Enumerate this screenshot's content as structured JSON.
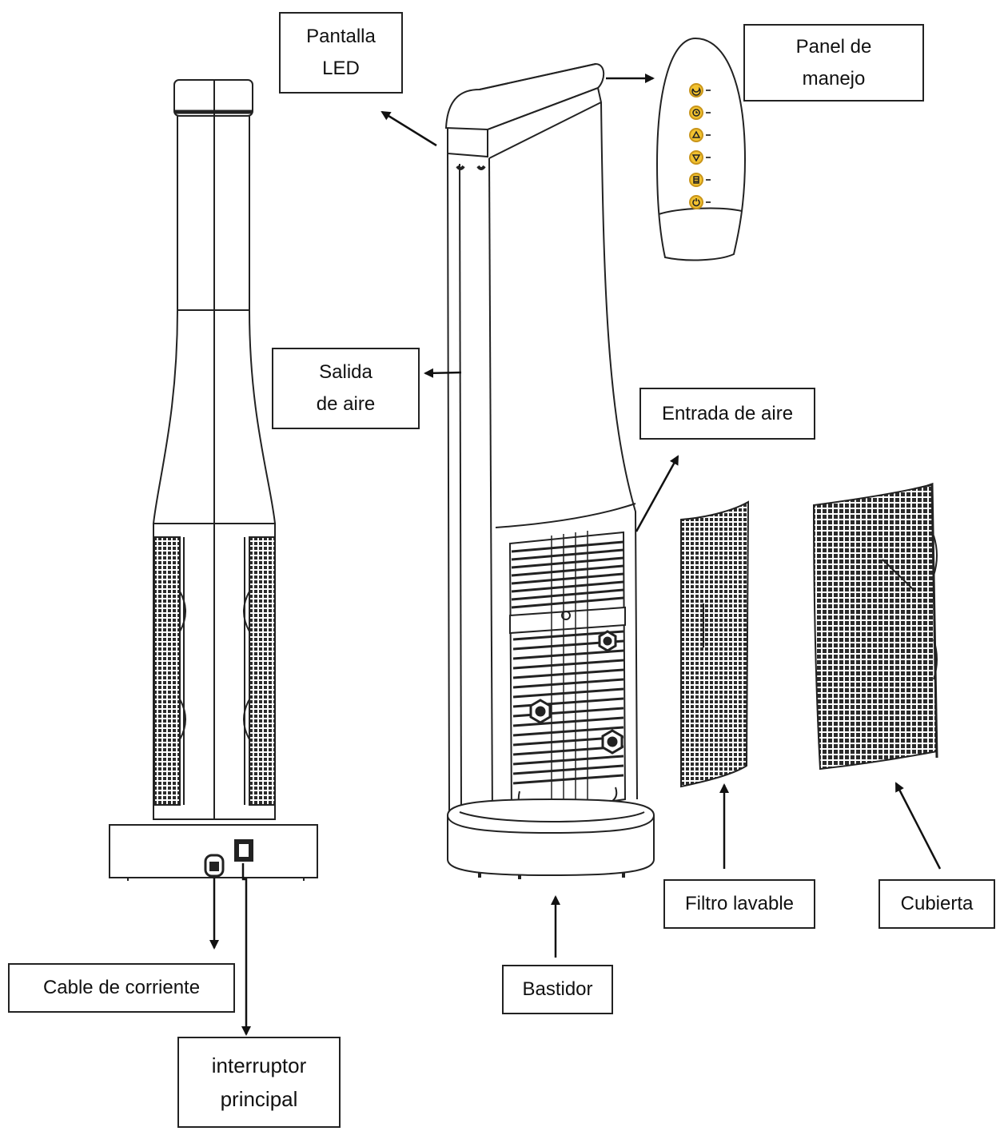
{
  "labels": {
    "pantalla_led": [
      "Pantalla",
      "LED"
    ],
    "panel_manejo": [
      "Panel de",
      "manejo"
    ],
    "salida_aire": [
      "Salida",
      "de aire"
    ],
    "entrada_aire": [
      "Entrada de aire"
    ],
    "filtro_lavable": [
      "Filtro lavable"
    ],
    "cubierta": [
      "Cubierta"
    ],
    "bastidor": [
      "Bastidor"
    ],
    "cable_corriente": [
      "Cable de corriente"
    ],
    "interruptor": [
      "interruptor",
      "principal"
    ]
  },
  "colors": {
    "line": "#222222",
    "mesh": "#333333",
    "button_fill": "#f2c230",
    "button_ring": "#c9951a"
  },
  "panel_icons": [
    "moon-icon",
    "timer-icon",
    "up-triangle-icon",
    "down-triangle-icon",
    "filter-icon",
    "power-icon"
  ]
}
